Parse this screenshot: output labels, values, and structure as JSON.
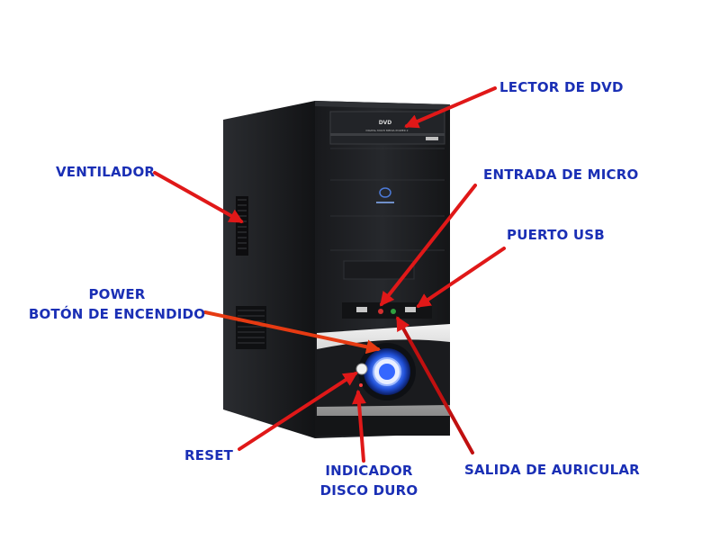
{
  "labels": {
    "lector_dvd": "LECTOR DE DVD",
    "ventilador": "VENTILADOR",
    "entrada_micro": "ENTRADA DE MICRO",
    "puerto_usb": "PUERTO USB",
    "power_line1": "POWER",
    "power_line2": "BOTÓN DE ENCENDIDO",
    "reset": "RESET",
    "indicador_line1": "INDICADOR",
    "indicador_line2": "DISCO DURO",
    "salida_auricular": "SALIDA DE AURICULAR"
  },
  "case": {
    "dvd_logo": "DVD",
    "drive_caption": "DIGITAL MULTI MEDIA POWER 2"
  },
  "colors": {
    "label": "#1a2fb5",
    "arrow_red": "#e01818",
    "arrow_dark_red": "#c01010",
    "case_body": "#1c1d20",
    "front_panel": "#16171a",
    "silver_trim": "#c9c9c9",
    "power_ring": "#2c6dff"
  }
}
